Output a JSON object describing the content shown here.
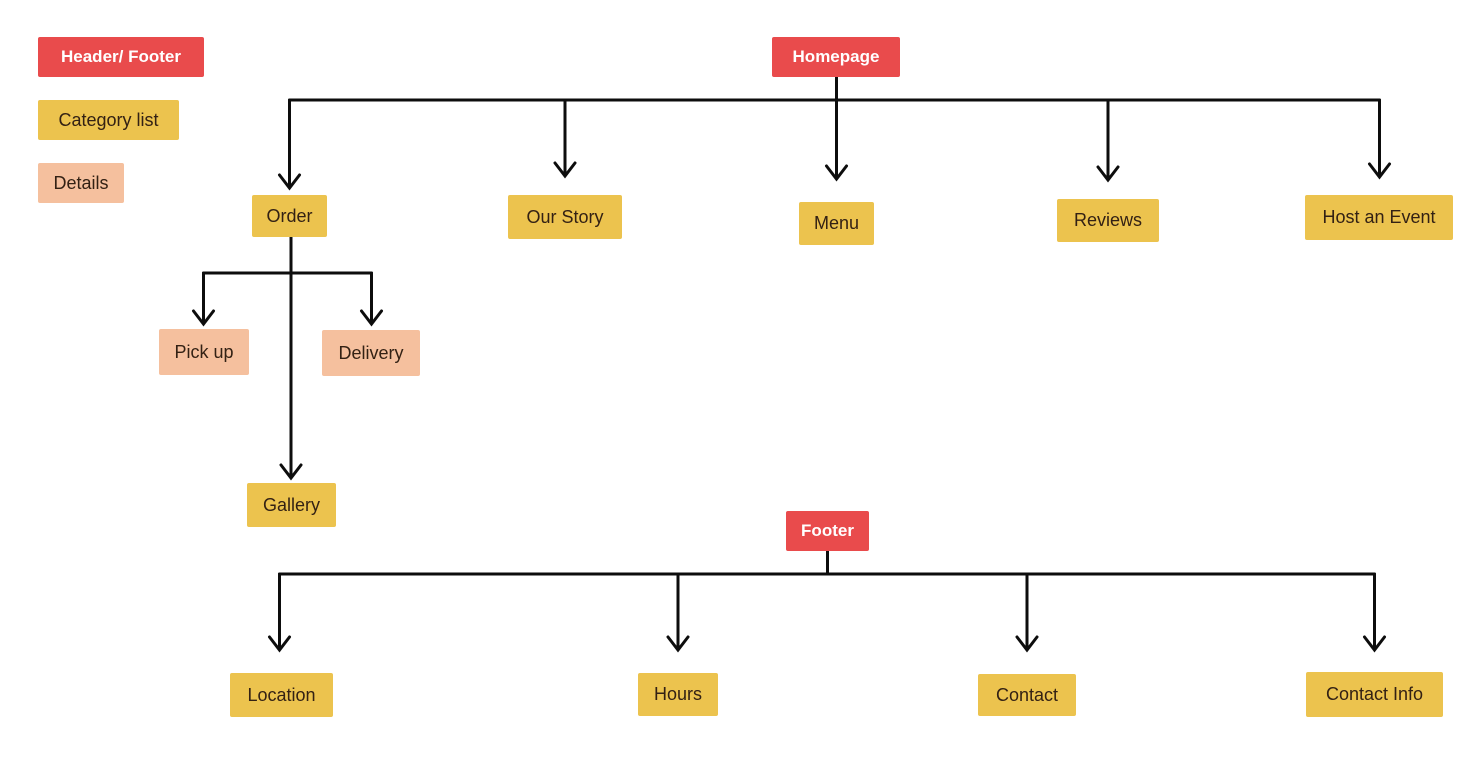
{
  "colors": {
    "red": "#E94B4C",
    "yellow": "#ECC34E",
    "peach": "#F5C09E",
    "line": "#0D0D0D",
    "text_dark": "#332114",
    "text_light": "#FFFFFF"
  },
  "legend": {
    "items": [
      {
        "label": "Header/ Footer",
        "color_key": "red"
      },
      {
        "label": "Category list",
        "color_key": "yellow"
      },
      {
        "label": "Details",
        "color_key": "peach"
      }
    ]
  },
  "sitemap": {
    "homepage": {
      "label": "Homepage",
      "type": "header-footer"
    },
    "homepage_children": [
      {
        "label": "Order",
        "type": "category-list"
      },
      {
        "label": "Our Story",
        "type": "category-list"
      },
      {
        "label": "Menu",
        "type": "category-list"
      },
      {
        "label": "Reviews",
        "type": "category-list"
      },
      {
        "label": "Host an Event",
        "type": "category-list"
      }
    ],
    "order_children": [
      {
        "label": "Pick up",
        "type": "details"
      },
      {
        "label": "Delivery",
        "type": "details"
      },
      {
        "label": "Gallery",
        "type": "category-list"
      }
    ],
    "footer": {
      "label": "Footer",
      "type": "header-footer"
    },
    "footer_children": [
      {
        "label": "Location",
        "type": "category-list"
      },
      {
        "label": "Hours",
        "type": "category-list"
      },
      {
        "label": "Contact",
        "type": "category-list"
      },
      {
        "label": "Contact Info",
        "type": "category-list"
      }
    ]
  }
}
